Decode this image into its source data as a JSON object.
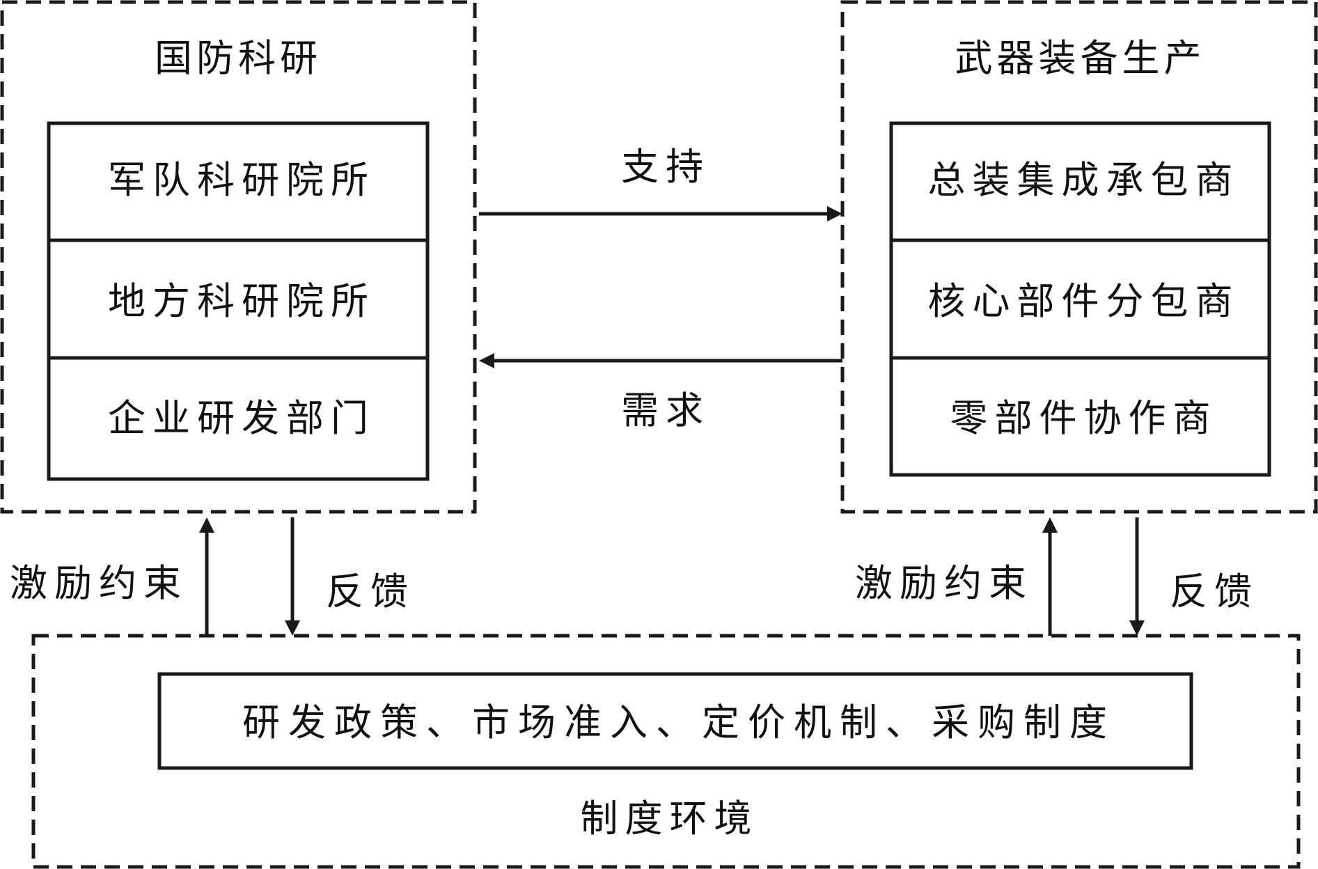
{
  "colors": {
    "line": "#1a1a1a",
    "background": "#ffffff"
  },
  "research": {
    "title": "国防科研",
    "items": [
      "军队科研院所",
      "地方科研院所",
      "企业研发部门"
    ]
  },
  "production": {
    "title": "武器装备生产",
    "items": [
      "总装集成承包商",
      "核心部件分包商",
      "零部件协作商"
    ]
  },
  "flows": {
    "support": "支持",
    "demand": "需求"
  },
  "left_links": {
    "incentive": "激励约束",
    "feedback": "反馈"
  },
  "right_links": {
    "incentive": "激励约束",
    "feedback": "反馈"
  },
  "institution": {
    "title": "制度环境",
    "content": "研发政策、市场准入、定价机制、采购制度"
  }
}
